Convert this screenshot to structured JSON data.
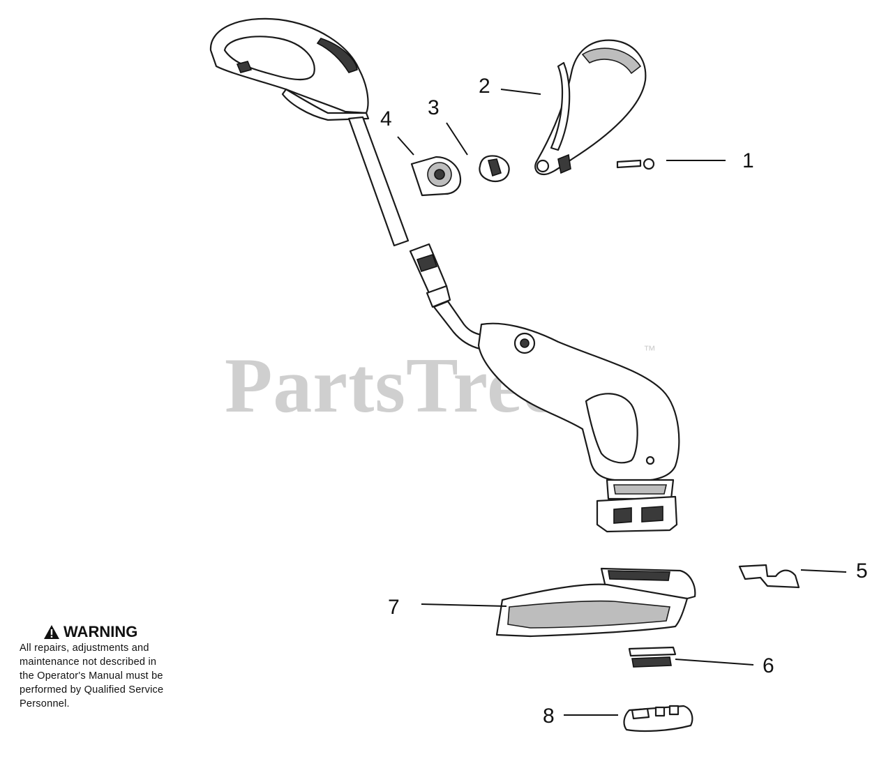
{
  "watermark": {
    "text": "PartsTree",
    "trademark": "™"
  },
  "callouts": [
    {
      "id": "1",
      "label": "1"
    },
    {
      "id": "2",
      "label": "2"
    },
    {
      "id": "3",
      "label": "3"
    },
    {
      "id": "4",
      "label": "4"
    },
    {
      "id": "5",
      "label": "5"
    },
    {
      "id": "6",
      "label": "6"
    },
    {
      "id": "7",
      "label": "7"
    },
    {
      "id": "8",
      "label": "8"
    }
  ],
  "warning": {
    "icon": "warning-triangle-icon",
    "title": "WARNING",
    "lines": [
      "All repairs, adjustments and",
      "maintenance not described in",
      "the Operator's Manual must be",
      "performed by Qualified Service",
      "Personnel."
    ]
  }
}
